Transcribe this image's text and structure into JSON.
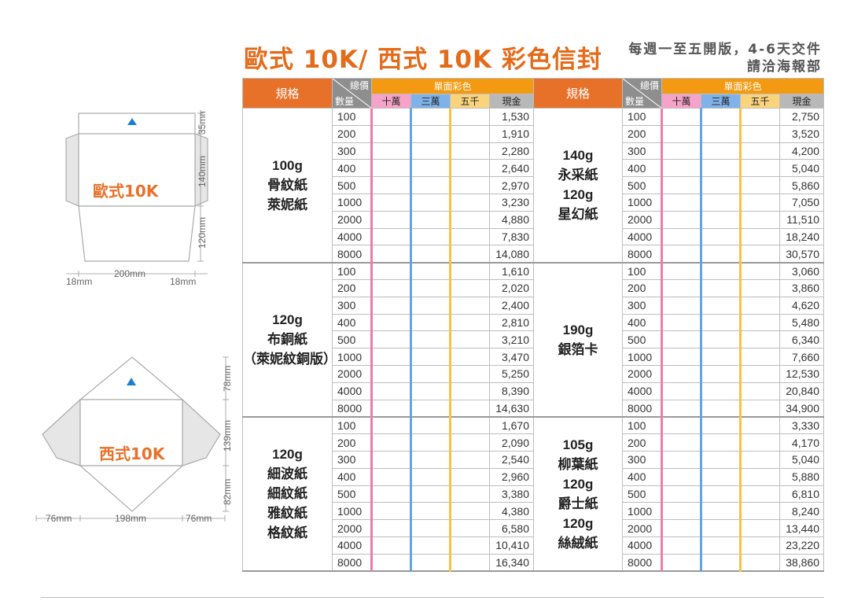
{
  "header": {
    "title": "歐式 10K/ 西式 10K 彩色信封",
    "note_line1": "每週一至五開版，4-6天交件",
    "note_line2": "請洽海報部"
  },
  "diagram_euro": {
    "label": "歐式10K",
    "dim_flap": "35mm",
    "dim_body": "140mm",
    "dim_bottom": "120mm",
    "dim_width": "200mm",
    "dim_side_left": "18mm",
    "dim_side_right": "18mm"
  },
  "diagram_west": {
    "label": "西式10K",
    "dim_top": "78mm",
    "dim_body": "139mm",
    "dim_bottom": "82mm",
    "dim_width": "198mm",
    "dim_side_left": "76mm",
    "dim_side_right": "76mm"
  },
  "table_headers": {
    "spec": "規格",
    "total": "總價",
    "quantity": "數量",
    "single_color": "單面彩色",
    "col_100k": "十萬",
    "col_30k": "三萬",
    "col_5k": "五千",
    "col_cash": "現金"
  },
  "colors": {
    "accent": "#e8712a",
    "header_orange": "#f39a12",
    "pink": "#f07aa8",
    "blue": "#62a4e6",
    "yellow": "#f5c24b"
  },
  "left_groups": [
    {
      "spec_lines": [
        "100g",
        "骨紋紙",
        "萊妮紙"
      ],
      "rows": [
        [
          "100",
          "1,530"
        ],
        [
          "200",
          "1,910"
        ],
        [
          "300",
          "2,280"
        ],
        [
          "400",
          "2,640"
        ],
        [
          "500",
          "2,970"
        ],
        [
          "1000",
          "3,230"
        ],
        [
          "2000",
          "4,880"
        ],
        [
          "4000",
          "7,830"
        ],
        [
          "8000",
          "14,080"
        ]
      ]
    },
    {
      "spec_lines": [
        "120g",
        "布銅紙",
        "（萊妮紋銅版）"
      ],
      "rows": [
        [
          "100",
          "1,610"
        ],
        [
          "200",
          "2,020"
        ],
        [
          "300",
          "2,400"
        ],
        [
          "400",
          "2,810"
        ],
        [
          "500",
          "3,210"
        ],
        [
          "1000",
          "3,470"
        ],
        [
          "2000",
          "5,250"
        ],
        [
          "4000",
          "8,390"
        ],
        [
          "8000",
          "14,630"
        ]
      ]
    },
    {
      "spec_lines": [
        "120g",
        "細波紙",
        "細紋紙",
        "雅紋紙",
        "格紋紙"
      ],
      "rows": [
        [
          "100",
          "1,670"
        ],
        [
          "200",
          "2,090"
        ],
        [
          "300",
          "2,540"
        ],
        [
          "400",
          "2,960"
        ],
        [
          "500",
          "3,380"
        ],
        [
          "1000",
          "4,380"
        ],
        [
          "2000",
          "6,580"
        ],
        [
          "4000",
          "10,410"
        ],
        [
          "8000",
          "16,340"
        ]
      ]
    }
  ],
  "right_groups": [
    {
      "spec_lines": [
        "140g",
        "永采紙",
        "120g",
        "星幻紙"
      ],
      "rows": [
        [
          "100",
          "2,750"
        ],
        [
          "200",
          "3,520"
        ],
        [
          "300",
          "4,200"
        ],
        [
          "400",
          "5,040"
        ],
        [
          "500",
          "5,860"
        ],
        [
          "1000",
          "7,050"
        ],
        [
          "2000",
          "11,510"
        ],
        [
          "4000",
          "18,240"
        ],
        [
          "8000",
          "30,570"
        ]
      ]
    },
    {
      "spec_lines": [
        "190g",
        "銀箔卡"
      ],
      "rows": [
        [
          "100",
          "3,060"
        ],
        [
          "200",
          "3,860"
        ],
        [
          "300",
          "4,620"
        ],
        [
          "400",
          "5,480"
        ],
        [
          "500",
          "6,340"
        ],
        [
          "1000",
          "7,660"
        ],
        [
          "2000",
          "12,530"
        ],
        [
          "4000",
          "20,840"
        ],
        [
          "8000",
          "34,900"
        ]
      ]
    },
    {
      "spec_lines": [
        "105g",
        "柳葉紙",
        "120g",
        "爵士紙",
        "120g",
        "絲絨紙"
      ],
      "rows": [
        [
          "100",
          "3,330"
        ],
        [
          "200",
          "4,170"
        ],
        [
          "300",
          "5,040"
        ],
        [
          "400",
          "5,880"
        ],
        [
          "500",
          "6,810"
        ],
        [
          "1000",
          "8,240"
        ],
        [
          "2000",
          "13,440"
        ],
        [
          "4000",
          "23,220"
        ],
        [
          "8000",
          "38,860"
        ]
      ]
    }
  ]
}
